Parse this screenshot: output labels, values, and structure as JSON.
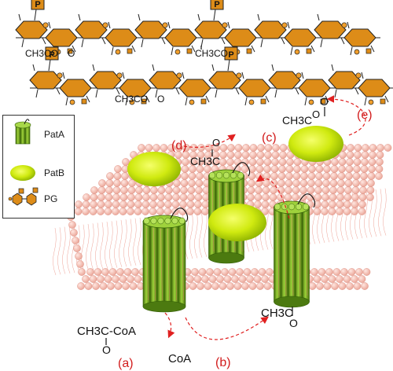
{
  "legend": {
    "items": [
      {
        "label": "PatA",
        "icon": "membrane-channel-icon"
      },
      {
        "label": "PatB",
        "icon": "ellipse-protein-icon"
      },
      {
        "label": "PG",
        "icon": "peptidoglycan-icon"
      }
    ]
  },
  "labels": {
    "p": "P",
    "acetyl_ch3co": "CH3CO",
    "acetyl_ch3c": "CH3C",
    "oxygen": "O",
    "acetyl_coa": "CH3C-CoA",
    "coa": "CoA",
    "step_a": "(a)",
    "step_b": "(b)",
    "step_c": "(c)",
    "step_d": "(d)",
    "step_e": "(e)"
  },
  "colors": {
    "sugar_fill": "#dd8c18",
    "peptide_fill": "#ef9e2c",
    "patA_green": "#7fb21c",
    "patB_yellow": "#d8f000",
    "lipid_pink": "#f6b5a8",
    "arrow_red": "#e02020"
  }
}
